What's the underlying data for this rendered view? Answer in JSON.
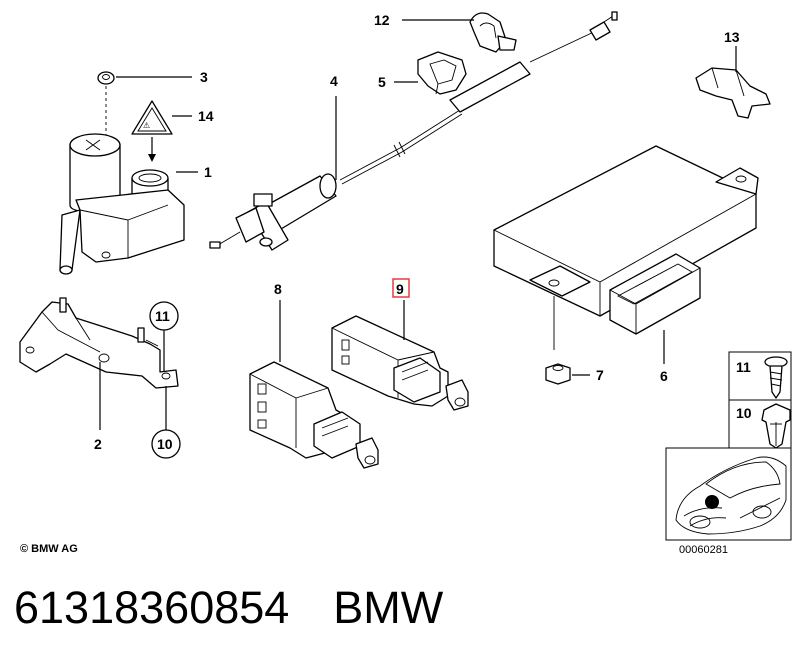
{
  "callouts": {
    "c1": "1",
    "c2": "2",
    "c3": "3",
    "c4": "4",
    "c5": "5",
    "c6": "6",
    "c7": "7",
    "c8": "8",
    "c9": "9",
    "c10a": "10",
    "c10b": "10",
    "c11a": "11",
    "c11b": "11",
    "c12": "12",
    "c13": "13",
    "c14": "14"
  },
  "copyright": "© BMW AG",
  "diagram_id": "00060281",
  "footer": {
    "part_number": "61318360854",
    "brand": "BMW"
  },
  "colors": {
    "highlight": "#e03030",
    "ink": "#000000"
  }
}
